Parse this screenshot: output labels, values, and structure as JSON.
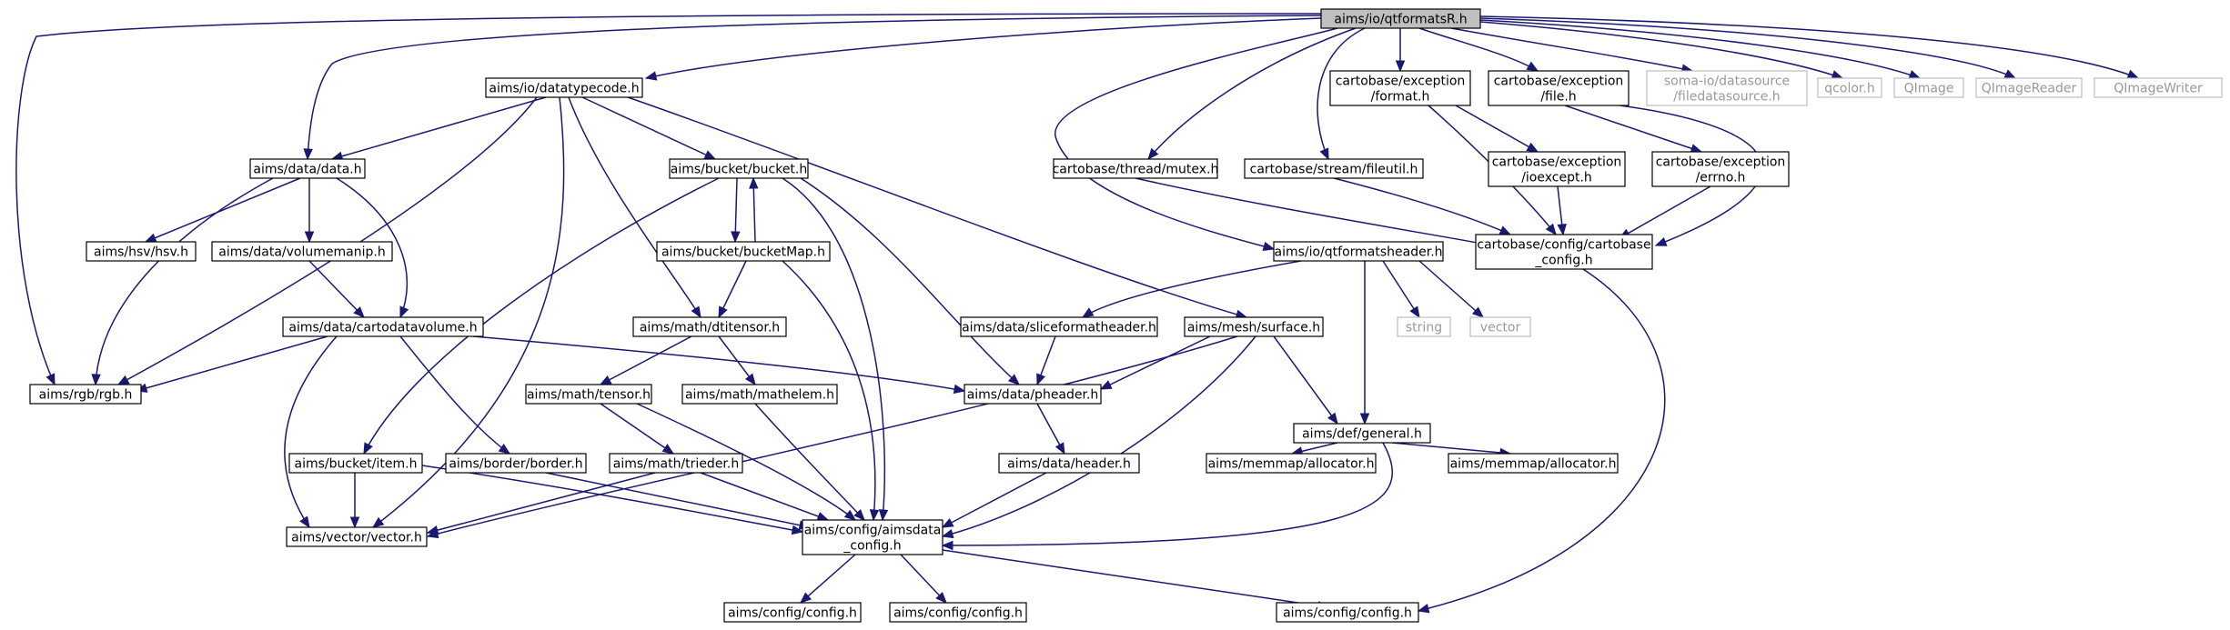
{
  "nodes": [
    {
      "id": "root",
      "lines": [
        "aims/io/qtformatsR.h"
      ],
      "style": "root"
    },
    {
      "id": "datatypecode",
      "lines": [
        "aims/io/datatypecode.h"
      ]
    },
    {
      "id": "formath",
      "lines": [
        "cartobase/exception",
        "/format.h"
      ]
    },
    {
      "id": "fileh",
      "lines": [
        "cartobase/exception",
        "/file.h"
      ]
    },
    {
      "id": "filedatasource",
      "lines": [
        "soma-io/datasource",
        "/filedatasource.h"
      ],
      "style": "ext"
    },
    {
      "id": "qcolor",
      "lines": [
        "qcolor.h"
      ],
      "style": "ext"
    },
    {
      "id": "qimage",
      "lines": [
        "QImage"
      ],
      "style": "ext"
    },
    {
      "id": "qimagereader",
      "lines": [
        "QImageReader"
      ],
      "style": "ext"
    },
    {
      "id": "qimagewriter",
      "lines": [
        "QImageWriter"
      ],
      "style": "ext"
    },
    {
      "id": "data",
      "lines": [
        "aims/data/data.h"
      ]
    },
    {
      "id": "bucket",
      "lines": [
        "aims/bucket/bucket.h"
      ]
    },
    {
      "id": "mutex",
      "lines": [
        "cartobase/thread/mutex.h"
      ]
    },
    {
      "id": "fileutil",
      "lines": [
        "cartobase/stream/fileutil.h"
      ]
    },
    {
      "id": "ioexcept",
      "lines": [
        "cartobase/exception",
        "/ioexcept.h"
      ]
    },
    {
      "id": "errno",
      "lines": [
        "cartobase/exception",
        "/errno.h"
      ]
    },
    {
      "id": "hsv",
      "lines": [
        "aims/hsv/hsv.h"
      ]
    },
    {
      "id": "volumemanip",
      "lines": [
        "aims/data/volumemanip.h"
      ]
    },
    {
      "id": "bucketmap",
      "lines": [
        "aims/bucket/bucketMap.h"
      ]
    },
    {
      "id": "qtformatsheader",
      "lines": [
        "aims/io/qtformatsheader.h"
      ]
    },
    {
      "id": "cartobaseconfig",
      "lines": [
        "cartobase/config/cartobase",
        "_config.h"
      ]
    },
    {
      "id": "cartodatavolume",
      "lines": [
        "aims/data/cartodatavolume.h"
      ]
    },
    {
      "id": "dtitensor",
      "lines": [
        "aims/math/dtitensor.h"
      ]
    },
    {
      "id": "sliceformat",
      "lines": [
        "aims/data/sliceformatheader.h"
      ]
    },
    {
      "id": "surface",
      "lines": [
        "aims/mesh/surface.h"
      ]
    },
    {
      "id": "string",
      "lines": [
        "string"
      ],
      "style": "ext"
    },
    {
      "id": "vector",
      "lines": [
        "vector"
      ],
      "style": "ext"
    },
    {
      "id": "rgb",
      "lines": [
        "aims/rgb/rgb.h"
      ]
    },
    {
      "id": "tensor",
      "lines": [
        "aims/math/tensor.h"
      ]
    },
    {
      "id": "mathelem",
      "lines": [
        "aims/math/mathelem.h"
      ]
    },
    {
      "id": "pheader",
      "lines": [
        "aims/data/pheader.h"
      ]
    },
    {
      "id": "general",
      "lines": [
        "aims/def/general.h"
      ]
    },
    {
      "id": "item",
      "lines": [
        "aims/bucket/item.h"
      ]
    },
    {
      "id": "border",
      "lines": [
        "aims/border/border.h"
      ]
    },
    {
      "id": "trieder",
      "lines": [
        "aims/math/trieder.h"
      ]
    },
    {
      "id": "headerh",
      "lines": [
        "aims/data/header.h"
      ]
    },
    {
      "id": "alloc1",
      "lines": [
        "aims/memmap/allocator.h"
      ]
    },
    {
      "id": "alloc2",
      "lines": [
        "aims/memmap/allocator.h"
      ]
    },
    {
      "id": "vectorh",
      "lines": [
        "aims/vector/vector.h"
      ]
    },
    {
      "id": "aimsdataconfig",
      "lines": [
        "aims/config/aimsdata",
        "_config.h"
      ]
    },
    {
      "id": "config1",
      "lines": [
        "aims/config/config.h"
      ]
    },
    {
      "id": "config2",
      "lines": [
        "aims/config/config.h"
      ]
    },
    {
      "id": "config3",
      "lines": [
        "aims/config/config.h"
      ]
    }
  ]
}
